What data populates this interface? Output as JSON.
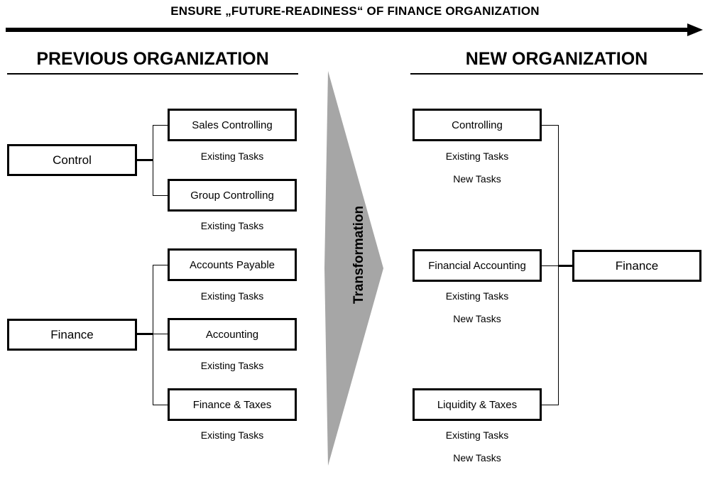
{
  "header": {
    "title": "ENSURE „FUTURE-READINESS“ OF FINANCE ORGANIZATION",
    "arrow_icon": "right-arrow-icon"
  },
  "columns": {
    "left_heading": "PREVIOUS ORGANIZATION",
    "right_heading": "NEW ORGANIZATION"
  },
  "transformation": {
    "label": "Transformation",
    "shape_color": "#a6a6a6"
  },
  "labels": {
    "existing_tasks": "Existing Tasks",
    "new_tasks": "New Tasks"
  },
  "previous_organization": {
    "parents": [
      {
        "label": "Control"
      },
      {
        "label": "Finance"
      }
    ],
    "units": [
      {
        "label": "Sales Controlling",
        "tasks": [
          "Existing Tasks"
        ]
      },
      {
        "label": "Group Controlling",
        "tasks": [
          "Existing Tasks"
        ]
      },
      {
        "label": "Accounts Payable",
        "tasks": [
          "Existing Tasks"
        ]
      },
      {
        "label": "Accounting",
        "tasks": [
          "Existing Tasks"
        ]
      },
      {
        "label": "Finance & Taxes",
        "tasks": [
          "Existing Tasks"
        ]
      }
    ]
  },
  "new_organization": {
    "parents": [
      {
        "label": "Finance"
      }
    ],
    "units": [
      {
        "label": "Controlling",
        "tasks": [
          "Existing Tasks",
          "New Tasks"
        ]
      },
      {
        "label": "Financial Accounting",
        "tasks": [
          "Existing Tasks",
          "New Tasks"
        ]
      },
      {
        "label": "Liquidity & Taxes",
        "tasks": [
          "Existing Tasks",
          "New Tasks"
        ]
      }
    ]
  }
}
